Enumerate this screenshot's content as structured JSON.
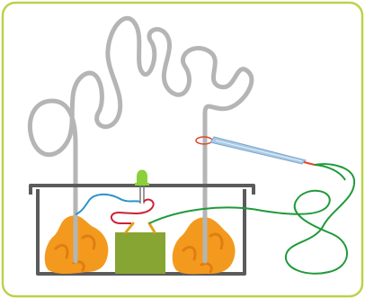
{
  "diagram": {
    "components": [
      {
        "name": "frame",
        "icon": "rounded-rectangle-border"
      },
      {
        "name": "coiled-wire-left",
        "icon": "wire-loop"
      },
      {
        "name": "coiled-wire-right",
        "icon": "wire-loop"
      },
      {
        "name": "container",
        "icon": "open-tray"
      },
      {
        "name": "fruit-left",
        "icon": "orange-fruit"
      },
      {
        "name": "fruit-right",
        "icon": "orange-fruit"
      },
      {
        "name": "battery-block",
        "icon": "green-block"
      },
      {
        "name": "led",
        "icon": "light-emitting-diode"
      },
      {
        "name": "probe",
        "icon": "test-probe"
      },
      {
        "name": "wire-blue",
        "icon": "connector-wire"
      },
      {
        "name": "wire-red",
        "icon": "connector-wire"
      },
      {
        "name": "wire-green",
        "icon": "connector-wire"
      }
    ],
    "colors": {
      "frame": "#bcd24a",
      "wire_loop": "#b5b5b5",
      "container": "#5b5b5b",
      "fruit": "#f39a1e",
      "fruit_shadow": "#e07d12",
      "block": "#86a532",
      "led": "#8bcf3b",
      "wire_blue": "#2a93c8",
      "wire_red": "#cc2233",
      "wire_green": "#1f9a3a",
      "probe": "#a9c9e6",
      "probe_tip": "#e2452b"
    }
  }
}
